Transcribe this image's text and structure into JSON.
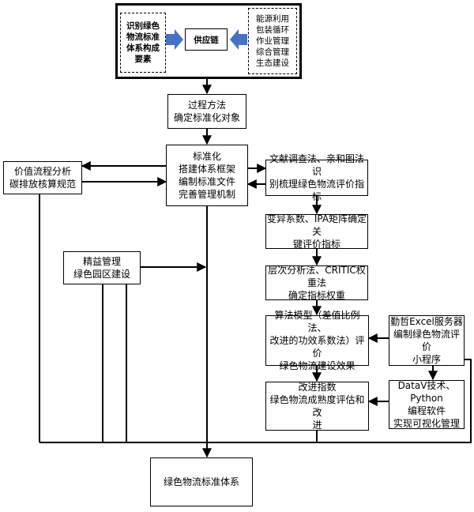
{
  "top": {
    "left_label": "识别绿色\n物流标准\n体系构成\n要素",
    "center_label": "供应链",
    "right_label": "能源利用\n包装循环\n作业管理\n综合管理\n生态建设"
  },
  "process": "过程方法\n确定标准化对象",
  "standardize": "标准化\n搭建体系框架\n编制标准文件\n完善管理机制",
  "value_flow": "价值流程分析\n碳排放核算规范",
  "literature": "文献调查法、亲和图法识\n别梳理绿色物流评价指标",
  "variation": "变异系数、IPA矩阵确定关\n键评价指标",
  "ahp": "层次分析法、CRITIC权重法\n确定指标权重",
  "lean": "精益管理\n绿色园区建设",
  "algorithm": "算法模型（差值比例法、\n改进的功效系数法）评价\n绿色物流建设效果",
  "excel": "勤哲Excel服务器\n编制绿色物流评价\n小程序",
  "improve": "改进指数\n绿色物流成熟度评估和改\n进",
  "datav": "DataV技术、Python\n编程软件\n实现可视化管理",
  "result": "绿色物流标准体系",
  "colors": {
    "arrow_blue": "#4472C4",
    "line": "#000000"
  }
}
